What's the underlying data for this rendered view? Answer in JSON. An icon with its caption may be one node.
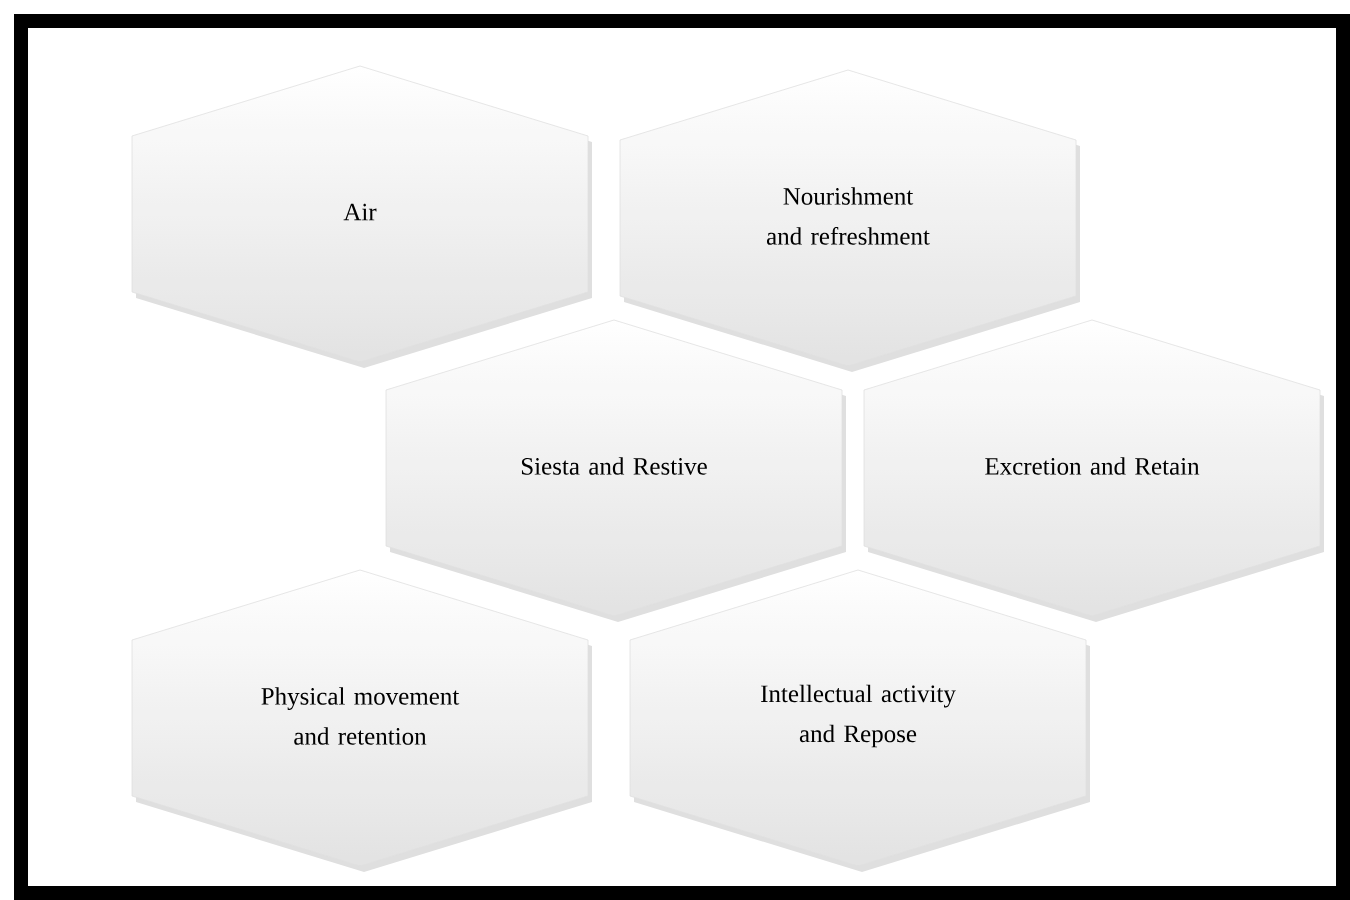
{
  "diagram": {
    "nodes": [
      {
        "text": [
          "Air"
        ]
      },
      {
        "text": [
          "Nourishment and refreshment"
        ]
      },
      {
        "text": [
          "Siesta and Restive"
        ]
      },
      {
        "text": [
          "Excretion and Retain"
        ]
      },
      {
        "text": [
          "Physical movement and retention"
        ]
      },
      {
        "text": [
          "Intellectual activity and Repose"
        ]
      }
    ]
  }
}
